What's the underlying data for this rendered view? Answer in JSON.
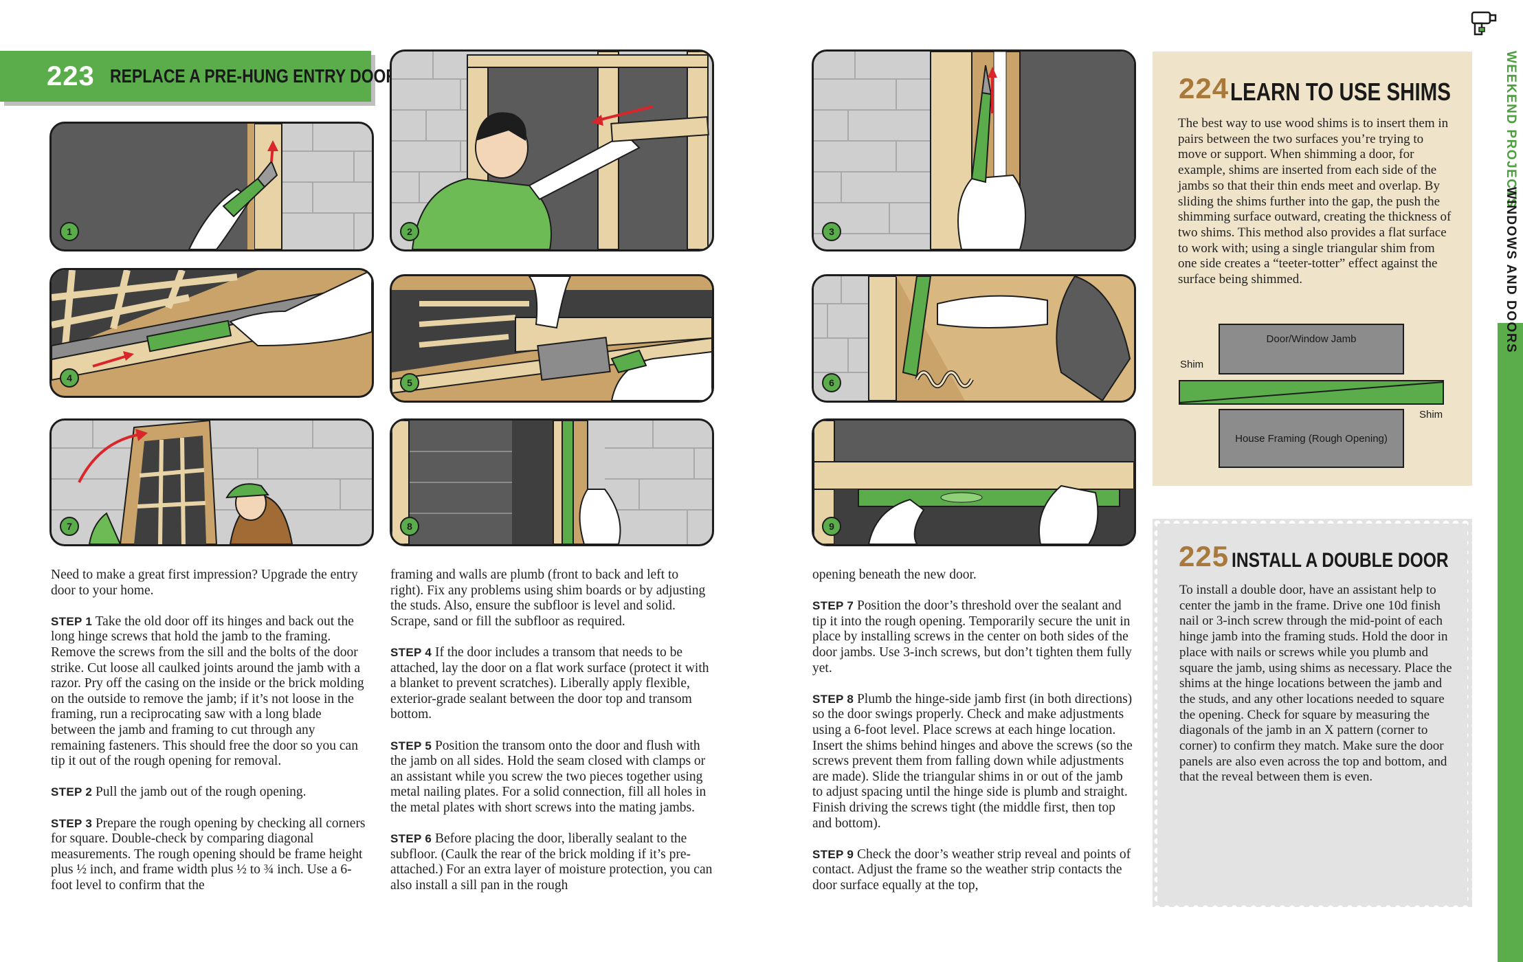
{
  "section223": {
    "number": "223",
    "title": "Replace a Pre-Hung Entry Door",
    "panels": [
      "1",
      "2",
      "3",
      "4",
      "5",
      "6",
      "7",
      "8",
      "9"
    ],
    "col1": {
      "intro": "Need to make a great first impression? Upgrade the entry door to your home.",
      "step1_label": "STEP 1",
      "step1_text": "Take the old door off its hinges and back out the long hinge screws that hold the jamb to the framing. Remove the screws from the sill and the bolts of the door strike. Cut loose all caulked joints around the jamb with a razor. Pry off the casing on the inside or the brick molding on the outside to remove the jamb; if it’s not loose in the framing, run a reciprocating saw with a long blade between the jamb and framing to cut through any remaining fasteners. This should free the door so you can tip it out of the rough opening for removal.",
      "step2_label": "STEP 2",
      "step2_text": "Pull the jamb out of the rough opening.",
      "step3_label": "STEP 3",
      "step3_text": "Prepare the rough opening by checking all corners for square. Double-check by comparing diagonal measurements. The rough opening should be frame height plus ½ inch, and frame width plus ½ to ¾ inch. Use a 6-foot level to confirm that the"
    },
    "col2": {
      "cont": "framing and walls are plumb (front to back and left to right). Fix any problems using shim boards or by adjusting the studs. Also, ensure the subfloor is level and solid. Scrape, sand or fill the subfloor as required.",
      "step4_label": "STEP 4",
      "step4_text": "If the door includes a transom that needs to be attached, lay the door on a flat work surface (protect it with a blanket to prevent scratches). Liberally apply flexible, exterior-grade sealant between the door top and transom bottom.",
      "step5_label": "STEP 5",
      "step5_text": "Position the transom onto the door and flush with the jamb on all sides. Hold the seam closed with clamps or an assistant while you screw the two pieces together using metal nailing plates. For a solid connection, fill all holes in the metal plates with short screws into the mating jambs.",
      "step6_label": "STEP 6",
      "step6_text": "Before placing the door, liberally sealant to the subfloor. (Caulk the rear of the brick molding if it’s pre-attached.) For an extra layer of moisture protection, you can also install a sill pan in the rough"
    },
    "col3": {
      "cont": "opening beneath the new door.",
      "step7_label": "STEP 7",
      "step7_text": "Position the door’s threshold over the sealant and tip it into the rough opening. Temporarily secure the unit in place by installing screws in the center on both sides of the door jambs. Use 3-inch screws, but don’t tighten them fully yet.",
      "step8_label": "STEP 8",
      "step8_text": "Plumb the hinge-side jamb first (in both directions) so the door swings properly. Check and make adjustments using a 6-foot level. Place screws at each hinge location. Insert the shims behind hinges and above the screws (so the screws prevent them from falling down while adjustments are made). Slide the triangular shims in or out of the jamb to adjust spacing until the hinge side is plumb and straight. Finish driving the screws tight (the middle first, then top and bottom).",
      "step9_label": "STEP 9",
      "step9_text": "Check the door’s weather strip reveal and points of contact. Adjust the frame so the weather strip contacts the door surface equally at the top,"
    }
  },
  "section224": {
    "number": "224",
    "title": "Learn to Use Shims",
    "body": "The best way to use wood shims is to insert them in pairs between the two surfaces you’re trying to move or support. When shimming a door, for example, shims are inserted from each side of the jambs so that their thin ends meet and overlap. By sliding the shims further into the gap, the push the shimming surface outward, creating the thickness of two shims. This method also provides a flat surface to work with; using a single triangular shim from one side creates a “teeter-totter” effect against the surface being shimmed.",
    "diagram": {
      "top_label": "Door/Window Jamb",
      "bottom_label": "House Framing (Rough Opening)",
      "shim_left": "Shim",
      "shim_right": "Shim"
    }
  },
  "section225": {
    "number": "225",
    "title": "Install a Double Door",
    "body": "To install a double door, have an assistant help to center the jamb in the frame. Drive one 10d finish nail or 3-inch screw through the mid-point of each hinge jamb into the framing studs. Hold the door in place with nails or screws while you plumb and square the jamb, using shims as necessary. Place the shims at the hinge locations between the jamb and the studs, and any other locations needed to square the opening. Check for square by measuring the diagonals of the jamb in an X pattern (corner to corner) to confirm they match. Make sure the door panels are also even across the top and bottom, and that the reveal between them is even."
  },
  "tab": {
    "section": "Weekend Projects",
    "chapter": "Windows and Doors"
  },
  "colors": {
    "green": "#5aad4a",
    "gold": "#a8793b",
    "tan": "#efe4c9",
    "gray_box": "#e3e3e3"
  }
}
